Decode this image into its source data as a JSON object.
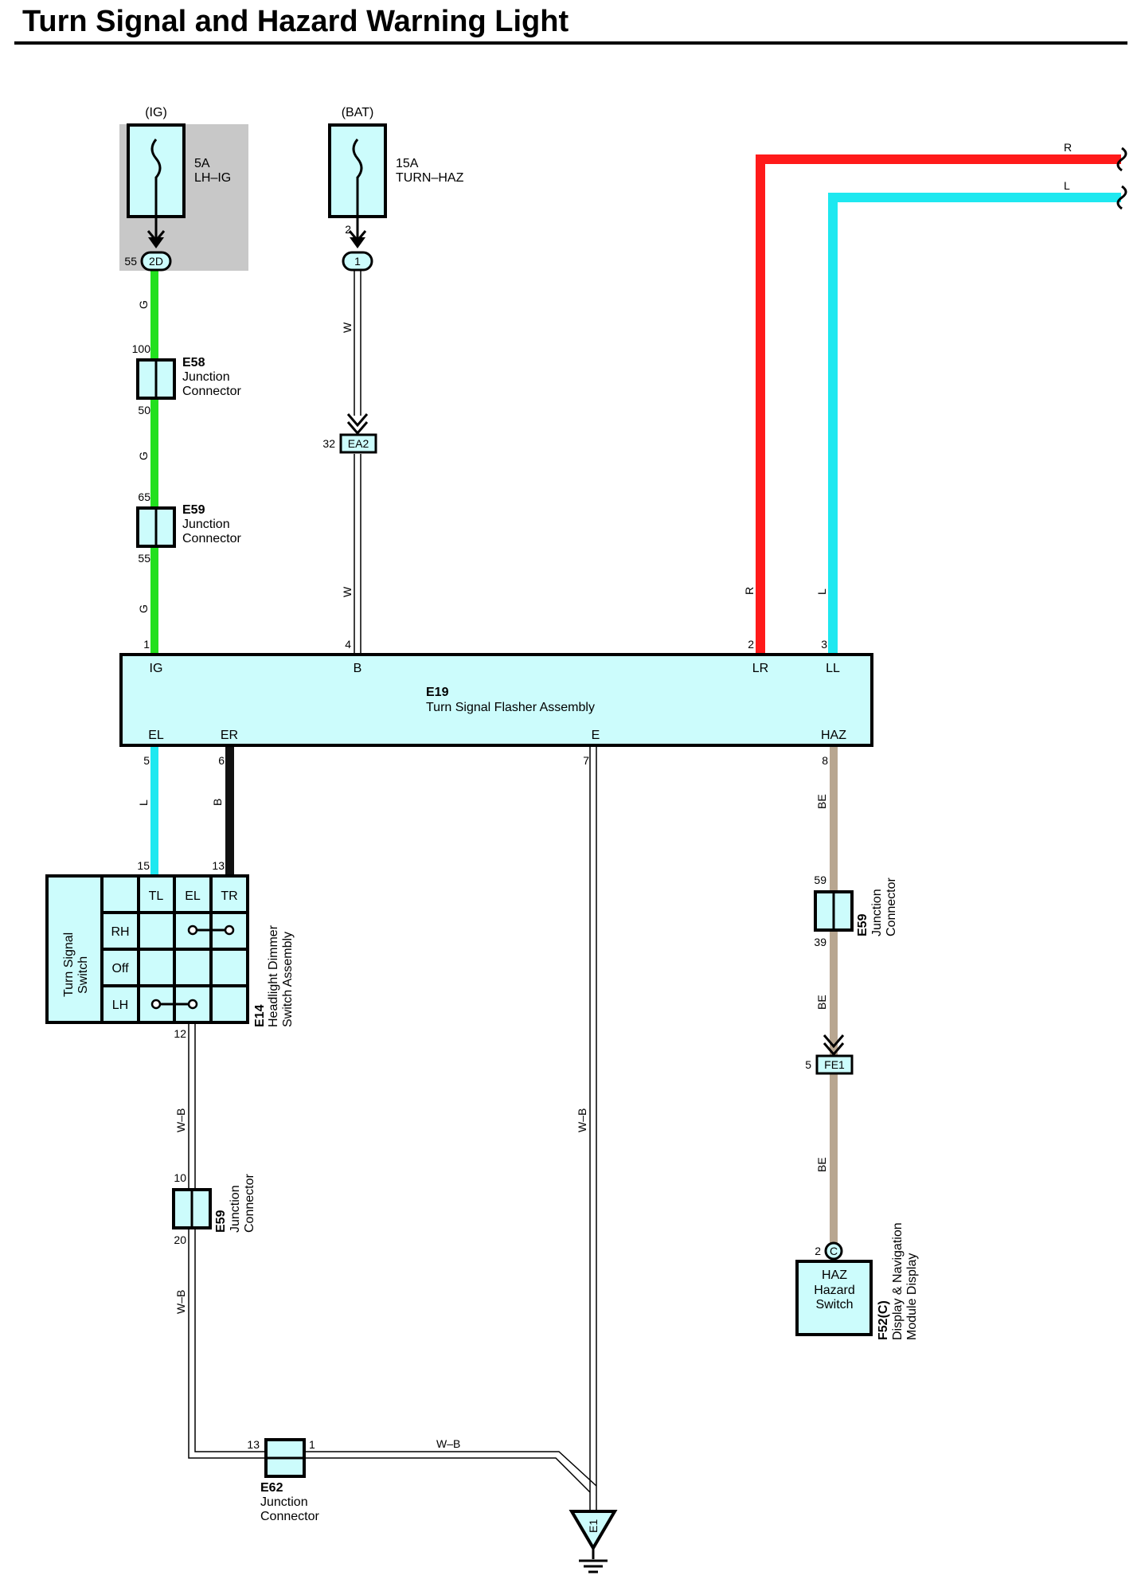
{
  "title": "Turn Signal and Hazard Warning Light",
  "colors": {
    "green": "#22e01e",
    "red": "#ff1a1a",
    "cyan": "#1ee8f0",
    "beige": "#b8a690",
    "black": "#111111",
    "component_fill": "#ccfcfc",
    "fuse_box_bg": "#c8c8c8"
  },
  "fuse_ig": {
    "source": "(IG)",
    "rating": "5A",
    "name": "LH–IG",
    "icon": "fuse-icon"
  },
  "fuse_bat": {
    "source": "(BAT)",
    "rating": "15A",
    "name": "TURN–HAZ",
    "icon": "fuse-icon"
  },
  "conn_2d": {
    "label": "2D",
    "pin": "55"
  },
  "conn_1": {
    "label": "1",
    "pin": "2"
  },
  "conn_ea2": {
    "label": "EA2",
    "pin": "32"
  },
  "conn_fe1": {
    "label": "FE1",
    "pin": "5"
  },
  "e58": {
    "id": "E58",
    "desc1": "Junction",
    "desc2": "Connector",
    "pin_top": "100",
    "pin_bottom": "50"
  },
  "e59_top": {
    "id": "E59",
    "desc1": "Junction",
    "desc2": "Connector",
    "pin_top": "65",
    "pin_bottom": "55"
  },
  "e59_right": {
    "id": "E59",
    "desc1": "Junction",
    "desc2": "Connector",
    "pin_top": "59",
    "pin_bottom": "39"
  },
  "e59_bottom": {
    "id": "E59",
    "desc1": "Junction",
    "desc2": "Connector",
    "pin_top": "10",
    "pin_bottom": "20"
  },
  "e62": {
    "id": "E62",
    "desc1": "Junction",
    "desc2": "Connector",
    "pin_left": "13",
    "pin_right": "1"
  },
  "e19": {
    "id": "E19",
    "name": "Turn Signal Flasher Assembly",
    "terminals_top": {
      "ig": "IG",
      "b": "B",
      "lr": "LR",
      "ll": "LL"
    },
    "terminals_bottom": {
      "el": "EL",
      "er": "ER",
      "e": "E",
      "haz": "HAZ"
    },
    "pins": {
      "ig": "1",
      "b": "4",
      "lr": "2",
      "ll": "3",
      "el": "5",
      "er": "6",
      "e": "7",
      "haz": "8"
    }
  },
  "e14": {
    "id": "E14",
    "name1": "Headlight Dimmer",
    "name2": "Switch Assembly",
    "switch_name1": "Turn Signal",
    "switch_name2": "Switch",
    "cols": [
      "TL",
      "EL",
      "TR"
    ],
    "rows": [
      "RH",
      "Off",
      "LH"
    ],
    "pins": {
      "tl": "15",
      "tr": "13",
      "ground": "12"
    }
  },
  "f52": {
    "id": "F52(C)",
    "name1": "Display & Navigation",
    "name2": "Module Display",
    "terminal": "HAZ",
    "label1": "Hazard",
    "label2": "Switch",
    "conn": "C",
    "pin": "2"
  },
  "ground": {
    "id": "E1"
  },
  "wires": {
    "g": "G",
    "w": "W",
    "r": "R",
    "l": "L",
    "b": "B",
    "be": "BE",
    "wb": "W–B"
  }
}
